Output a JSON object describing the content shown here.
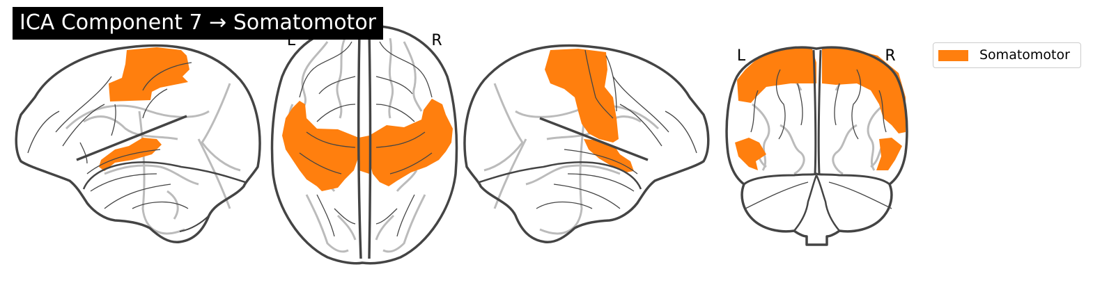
{
  "title": "ICA Component 7 → Somatomotor",
  "views": {
    "axial": {
      "left_label": "L",
      "right_label": "R"
    },
    "coronal": {
      "left_label": "L",
      "right_label": "R"
    }
  },
  "legend": {
    "label": "Somatomotor",
    "color": "#ff7f0e"
  },
  "colors": {
    "outline": "#444444",
    "sulci": "#bbbbbb",
    "background": "#ffffff"
  }
}
